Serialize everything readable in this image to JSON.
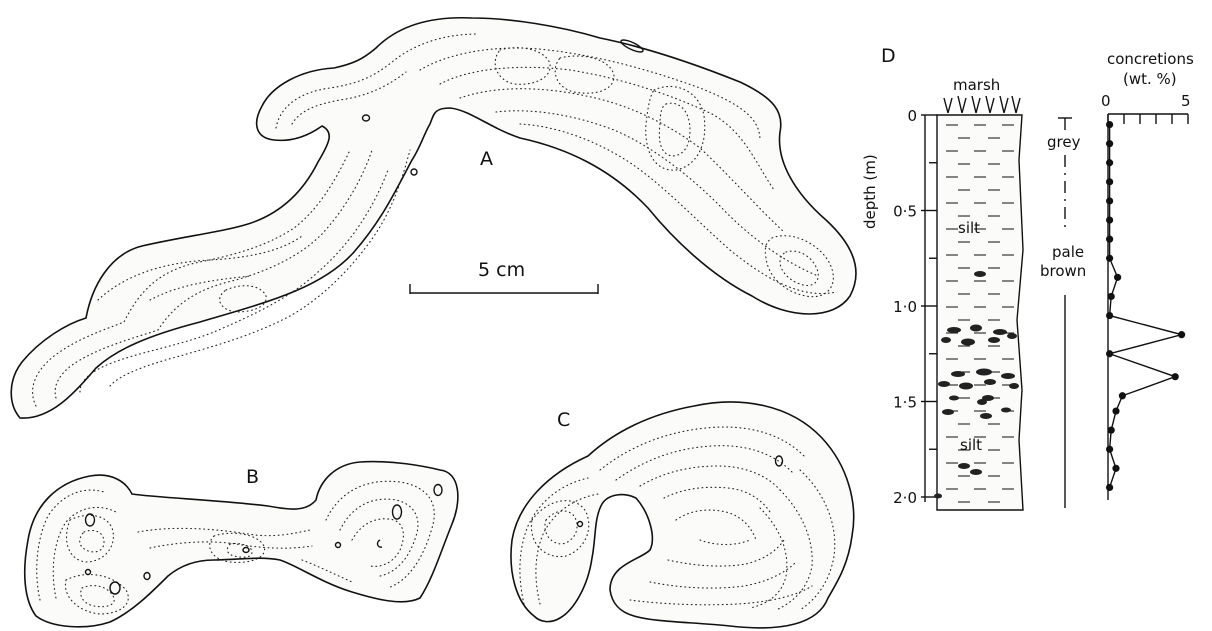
{
  "figure": {
    "label_a": "A",
    "label_b": "B",
    "label_c": "C",
    "label_d": "D",
    "scale_bar": "5 cm"
  },
  "column": {
    "top_label": "marsh",
    "depth_axis_label": "depth (m)",
    "depth_ticks": [
      "0",
      "0·5",
      "1·0",
      "1·5",
      "2·0"
    ],
    "lithology": [
      "silt",
      "silt"
    ],
    "colour_top": "grey",
    "colour_bottom_line1": "pale",
    "colour_bottom_line2": "brown"
  },
  "chart_data": {
    "type": "line",
    "title": "concretions",
    "xlabel": "(wt. %)",
    "ylabel": "depth (m)",
    "xlim": [
      0,
      5
    ],
    "ylim": [
      0,
      2.0
    ],
    "x_ticks": [
      "0",
      "5"
    ],
    "series": [
      {
        "points": [
          {
            "depth": 0.05,
            "value": 0.1
          },
          {
            "depth": 0.15,
            "value": 0.1
          },
          {
            "depth": 0.25,
            "value": 0.1
          },
          {
            "depth": 0.35,
            "value": 0.1
          },
          {
            "depth": 0.45,
            "value": 0.1
          },
          {
            "depth": 0.55,
            "value": 0.1
          },
          {
            "depth": 0.65,
            "value": 0.1
          },
          {
            "depth": 0.75,
            "value": 0.1
          },
          {
            "depth": 0.85,
            "value": 0.6
          },
          {
            "depth": 0.95,
            "value": 0.2
          },
          {
            "depth": 1.05,
            "value": 0.1
          },
          {
            "depth": 1.15,
            "value": 4.6
          },
          {
            "depth": 1.25,
            "value": 0.1
          },
          {
            "depth": 1.37,
            "value": 4.2
          },
          {
            "depth": 1.47,
            "value": 0.9
          },
          {
            "depth": 1.55,
            "value": 0.5
          },
          {
            "depth": 1.65,
            "value": 0.2
          },
          {
            "depth": 1.75,
            "value": 0.1
          },
          {
            "depth": 1.85,
            "value": 0.5
          },
          {
            "depth": 1.95,
            "value": 0.1
          }
        ]
      }
    ]
  }
}
